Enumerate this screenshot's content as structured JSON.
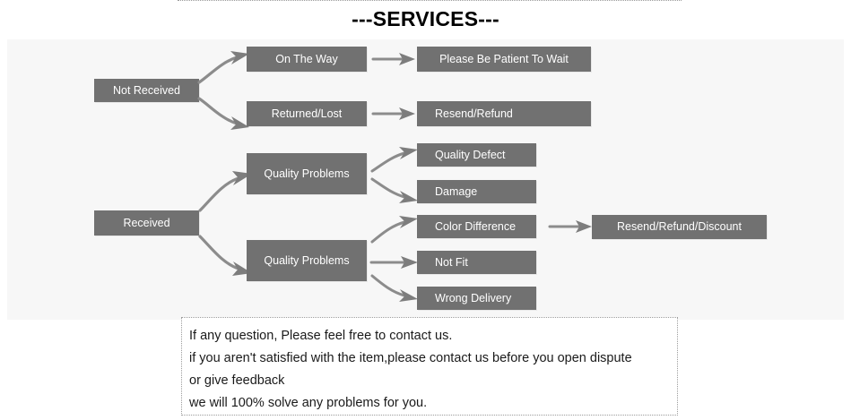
{
  "header": {
    "title": "---SERVICES---"
  },
  "colors": {
    "node_fill": "#717171",
    "node_text": "#ffffff",
    "panel_background": "#f7f7f7",
    "page_background": "#ffffff",
    "arrow": "#8c8c8c",
    "note_border": "#9c9c9c",
    "note_text": "#1a1a1a"
  },
  "flowchart": {
    "type": "diagram",
    "branches": [
      {
        "root": "Not Received",
        "steps": [
          {
            "cause": "On The Way",
            "resolution": "Please Be Patient To Wait"
          },
          {
            "cause": "Returned/Lost",
            "resolution": "Resend/Refund"
          }
        ]
      },
      {
        "root": "Received",
        "groups": [
          {
            "label": "Quality Problems",
            "issues": [
              "Quality Defect",
              "Damage"
            ]
          },
          {
            "label": "Quality Problems",
            "issues": [
              "Color Difference",
              "Not Fit",
              "Wrong Delivery"
            ]
          }
        ],
        "final_resolution": "Resend/Refund/Discount"
      }
    ],
    "nodes": {
      "not_received": "Not Received",
      "on_the_way": "On The Way",
      "returned_lost": "Returned/Lost",
      "please_be_patient": "Please Be Patient To Wait",
      "resend_refund": "Resend/Refund",
      "received": "Received",
      "quality_problems_top": "Quality Problems",
      "quality_problems_bottom": "Quality Problems",
      "quality_defect": "Quality Defect",
      "damage": "Damage",
      "color_difference": "Color Difference",
      "not_fit": "Not Fit",
      "wrong_delivery": "Wrong Delivery",
      "resend_refund_discount": "Resend/Refund/Discount"
    }
  },
  "note": {
    "lines": [
      "If any question, Please feel free to contact us.",
      "if you aren't satisfied with the item,please contact us before you open dispute",
      "or give feedback",
      "we will 100% solve any problems for you."
    ]
  }
}
